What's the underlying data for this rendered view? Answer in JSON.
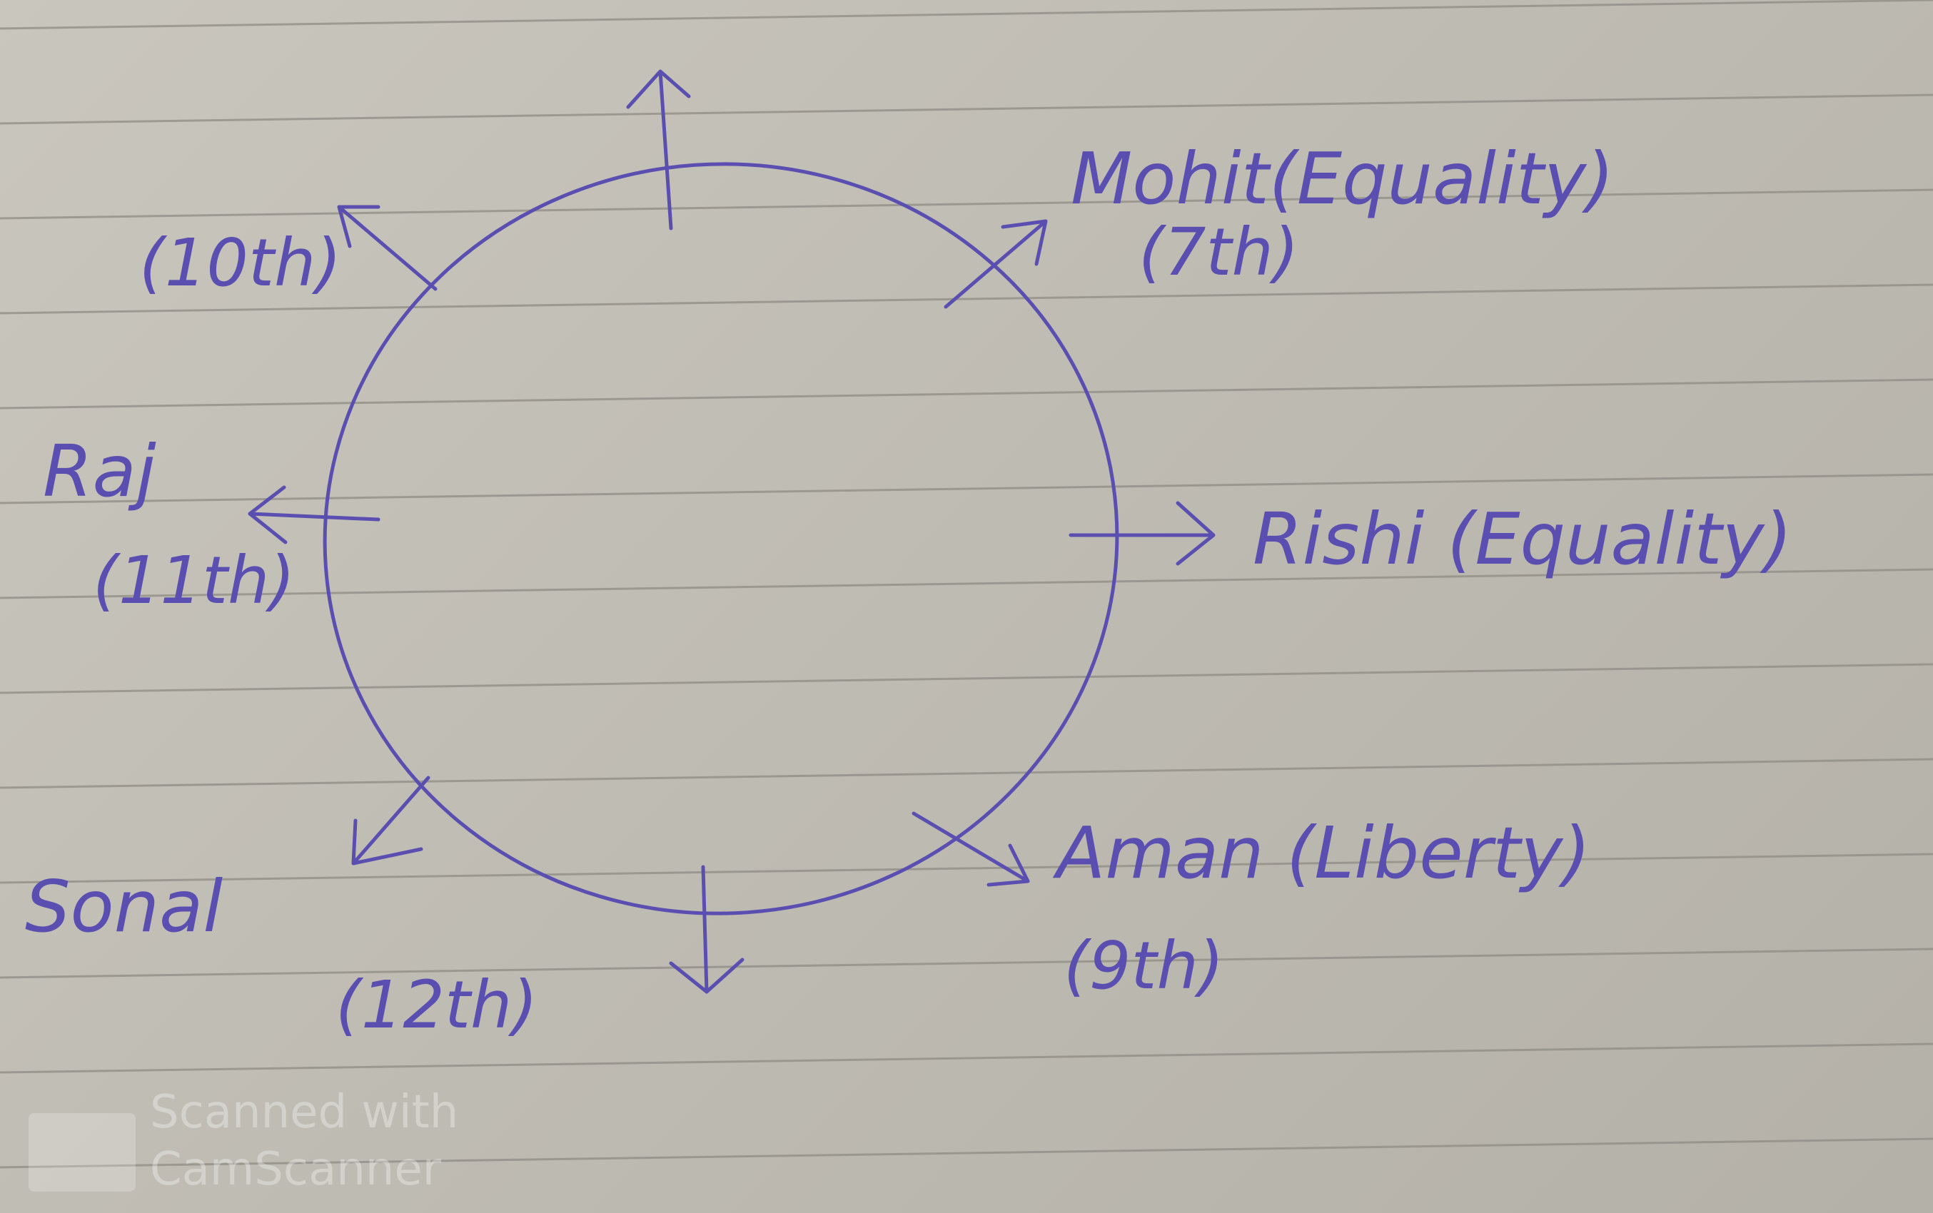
{
  "people": [
    {
      "id": "mohit",
      "name": "Mohit(Equality)",
      "rank": "(7th)"
    },
    {
      "id": "rishi",
      "name": "Rishi (Equality)",
      "rank": ""
    },
    {
      "id": "aman",
      "name": "Aman (Liberty)",
      "rank": "(9th)"
    },
    {
      "id": "sonal",
      "name": "Sonal",
      "rank": "(12th)"
    },
    {
      "id": "raj",
      "name": "Raj",
      "rank": "(11th)"
    },
    {
      "id": "unnamed",
      "name": "",
      "rank": "(10th)"
    }
  ],
  "watermark": {
    "line1": "Scanned with",
    "line2": "CamScanner"
  },
  "colors": {
    "ink": "#5a4fb0",
    "paper": "#c4c1b8",
    "rule": "#8f8c85"
  }
}
